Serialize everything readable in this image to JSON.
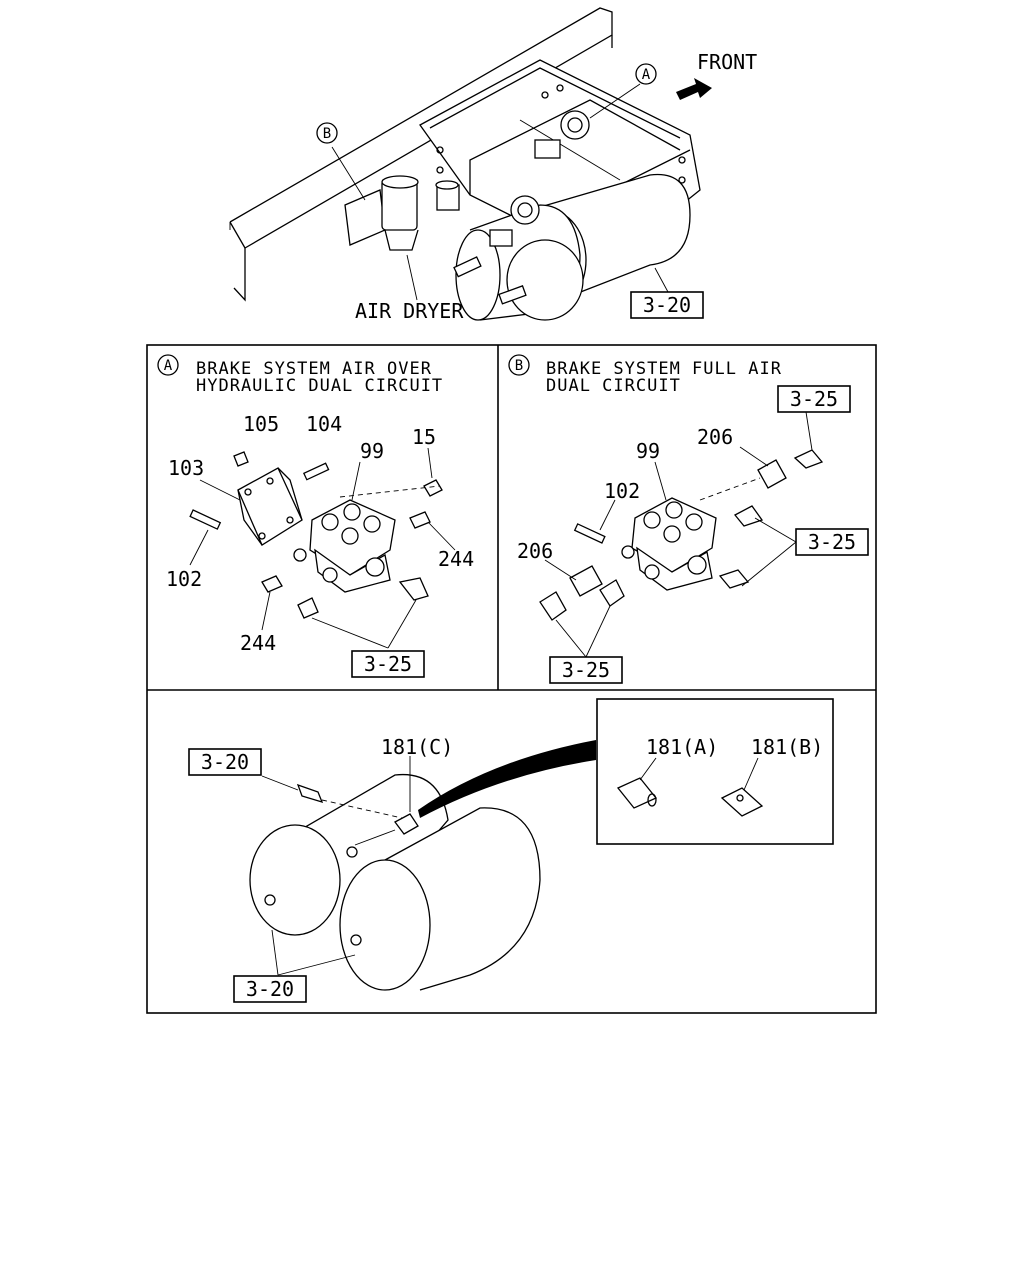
{
  "overview": {
    "front_label": "FRONT",
    "air_dryer_label": "AIR DRYER",
    "callout_a": "A",
    "callout_b": "B",
    "ref_3_20": "3-20"
  },
  "panel_a": {
    "circle": "A",
    "title_line1": "BRAKE SYSTEM AIR OVER",
    "title_line2": "HYDRAULIC DUAL CIRCUIT",
    "parts": {
      "p105": "105",
      "p104": "104",
      "p103": "103",
      "p99": "99",
      "p15": "15",
      "p102": "102",
      "p244_right": "244",
      "p244_bottom": "244"
    },
    "ref_3_25": "3-25"
  },
  "panel_b": {
    "circle": "B",
    "title_line1": "BRAKE SYSTEM FULL AIR",
    "title_line2": "DUAL CIRCUIT",
    "parts": {
      "p99": "99",
      "p102": "102",
      "p206_top": "206",
      "p206_left": "206"
    },
    "ref_3_25_top": "3-25",
    "ref_3_25_right": "3-25",
    "ref_3_25_bottom": "3-25"
  },
  "panel_c": {
    "ref_3_20_top": "3-20",
    "ref_3_20_bottom": "3-20",
    "p181c": "181(C)",
    "p181a": "181(A)",
    "p181b": "181(B)"
  }
}
